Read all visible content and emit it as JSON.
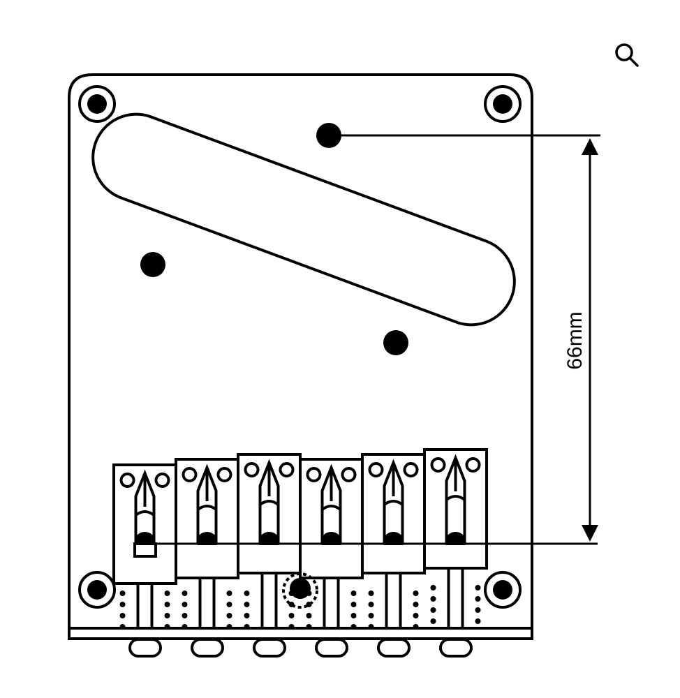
{
  "diagram": {
    "subject": "bridge-plate",
    "dimension_label": "66mm",
    "saddle_count": 6,
    "line_color": "#000000",
    "background_color": "#ffffff"
  },
  "controls": {
    "zoom_icon": "magnifier-icon"
  }
}
